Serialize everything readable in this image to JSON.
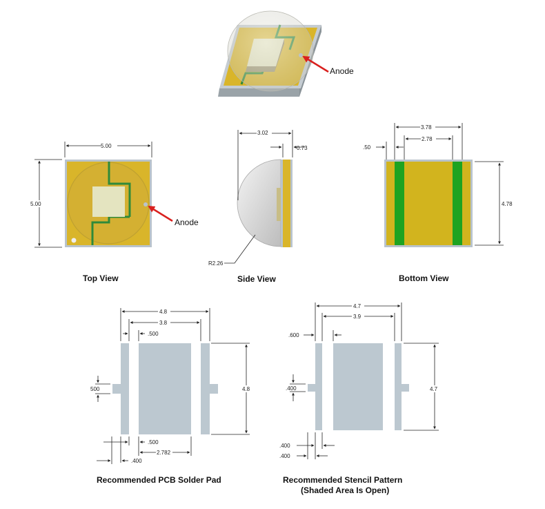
{
  "labels": {
    "anode": "Anode",
    "top_view": "Top View",
    "side_view": "Side View",
    "bottom_view": "Bottom View",
    "pcb_pad": "Recommended PCB Solder Pad",
    "stencil_line1": "Recommended Stencil Pattern",
    "stencil_line2": "(Shaded Area Is Open)"
  },
  "dims": {
    "top_width": "5.00",
    "top_height": "5.00",
    "side_depth": "3.02",
    "side_thickness": "0.73",
    "side_radius": "R2.26",
    "bottom_outer": "3.78",
    "bottom_inner": "2.78",
    "bottom_strip": ".50",
    "bottom_height": "4.78",
    "pcb_overall": "4.8",
    "pcb_inner": "3.8",
    "pcb_gap": ".500",
    "pcb_tab": "500",
    "pcb_height": "4.8",
    "pcb_bottom_gap": ".500",
    "pcb_pad_width": "2.782",
    "pcb_strip": ".400",
    "st_overall": "4.7",
    "st_inner": "3.9",
    "st_gap": ".600",
    "st_tab": ".400",
    "st_height": "4.7",
    "st_bottom1": ".400",
    "st_bottom2": ".400"
  },
  "colors": {
    "substrate": "#d9b52a",
    "trace": "#2f8a3a",
    "frame": "#b9c3cc",
    "die": "#e4e4c0",
    "pad": "#bcc8d0",
    "bottom_pad": "#d2b41e",
    "bottom_strip": "#1ea321",
    "arrow": "#d9201e"
  }
}
